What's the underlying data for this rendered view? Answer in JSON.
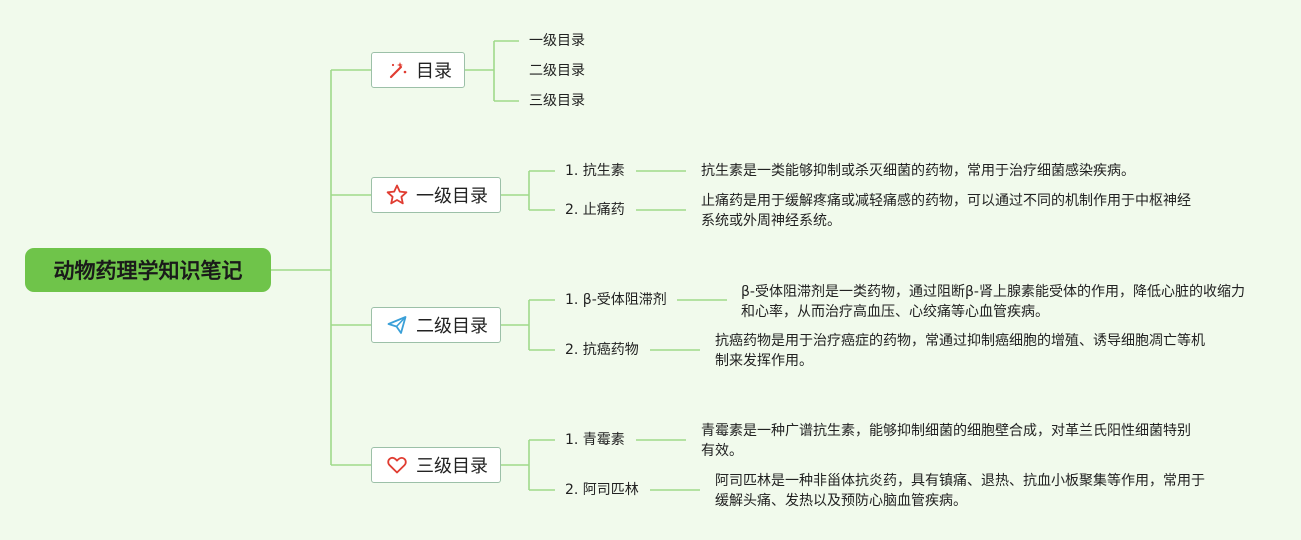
{
  "colors": {
    "background": "#f1faec",
    "root_fill": "#6fc44a",
    "connector": "#9fd98a",
    "branch_border": "#9cc0a8",
    "icon_red": "#e03c31",
    "icon_blue": "#3aa0d8"
  },
  "root": {
    "label": "动物药理学知识笔记"
  },
  "toc": {
    "label": "目录",
    "icon": "magic-wand-icon",
    "items": [
      "一级目录",
      "二级目录",
      "三级目录"
    ]
  },
  "level1": {
    "label": "一级目录",
    "icon": "star-icon",
    "items": [
      {
        "label": "1. 抗生素",
        "desc": [
          "抗生素是一类能够抑制或杀灭细菌的药物，常用于治疗细菌感染疾病。"
        ]
      },
      {
        "label": "2. 止痛药",
        "desc": [
          "止痛药是用于缓解疼痛或减轻痛感的药物，可以通过不同的机制作用于中枢神经",
          "系统或外周神经系统。"
        ]
      }
    ]
  },
  "level2": {
    "label": "二级目录",
    "icon": "paper-plane-icon",
    "items": [
      {
        "label": "1. β-受体阻滞剂",
        "desc": [
          "β-受体阻滞剂是一类药物，通过阻断β-肾上腺素能受体的作用，降低心脏的收缩力",
          "和心率，从而治疗高血压、心绞痛等心血管疾病。"
        ]
      },
      {
        "label": "2. 抗癌药物",
        "desc": [
          "抗癌药物是用于治疗癌症的药物，常通过抑制癌细胞的增殖、诱导细胞凋亡等机",
          "制来发挥作用。"
        ]
      }
    ]
  },
  "level3": {
    "label": "三级目录",
    "icon": "heart-icon",
    "items": [
      {
        "label": "1. 青霉素",
        "desc": [
          "青霉素是一种广谱抗生素，能够抑制细菌的细胞壁合成，对革兰氏阳性细菌特别",
          "有效。"
        ]
      },
      {
        "label": "2. 阿司匹林",
        "desc": [
          "阿司匹林是一种非甾体抗炎药，具有镇痛、退热、抗血小板聚集等作用，常用于",
          "缓解头痛、发热以及预防心脑血管疾病。"
        ]
      }
    ]
  }
}
